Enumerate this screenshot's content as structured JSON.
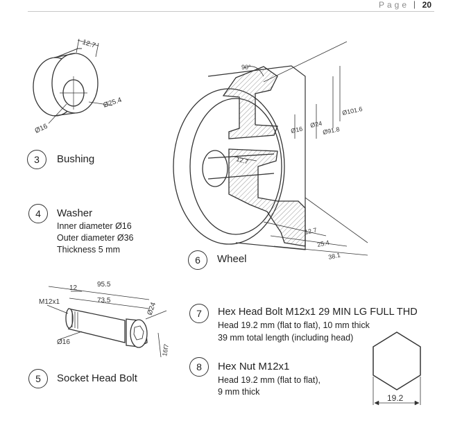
{
  "header": {
    "page_word": "Page",
    "separator": "|",
    "page_number": "20"
  },
  "items": {
    "bushing": {
      "number": "3",
      "title": "Bushing"
    },
    "washer": {
      "number": "4",
      "title": "Washer",
      "lines": [
        "Inner diameter Ø16",
        "Outer diameter Ø36",
        "Thickness 5 mm"
      ]
    },
    "socket_bolt": {
      "number": "5",
      "title": "Socket Head Bolt"
    },
    "wheel": {
      "number": "6",
      "title": "Wheel"
    },
    "hex_bolt": {
      "number": "7",
      "title": "Hex Head Bolt M12x1  29 MIN LG FULL THD",
      "lines": [
        "Head 19.2 mm (flat to flat), 10 mm thick",
        "39 mm total length (including head)"
      ]
    },
    "hex_nut": {
      "number": "8",
      "title": "Hex Nut M12x1",
      "lines": [
        "Head 19.2 mm (flat to flat),",
        "9 mm thick"
      ]
    }
  },
  "dimensions": {
    "bushing": {
      "length": "12.7",
      "outer": "Ø25.4",
      "inner": "Ø16"
    },
    "wheel": {
      "angle": "90°",
      "d1": "Ø101.6",
      "d2": "Ø91.8",
      "d3": "Ø24",
      "d4": "Ø16",
      "hub": "12.7",
      "w1": "12.7",
      "w2": "25.4",
      "w3": "38.1"
    },
    "socket_bolt": {
      "overall": "95.5",
      "shank": "73.5",
      "thread": "12",
      "thread_spec": "M12x1",
      "head_dia": "Ø24",
      "shank_dia": "Ø16",
      "fit": "16f7"
    },
    "hex": {
      "flat": "19.2"
    }
  }
}
